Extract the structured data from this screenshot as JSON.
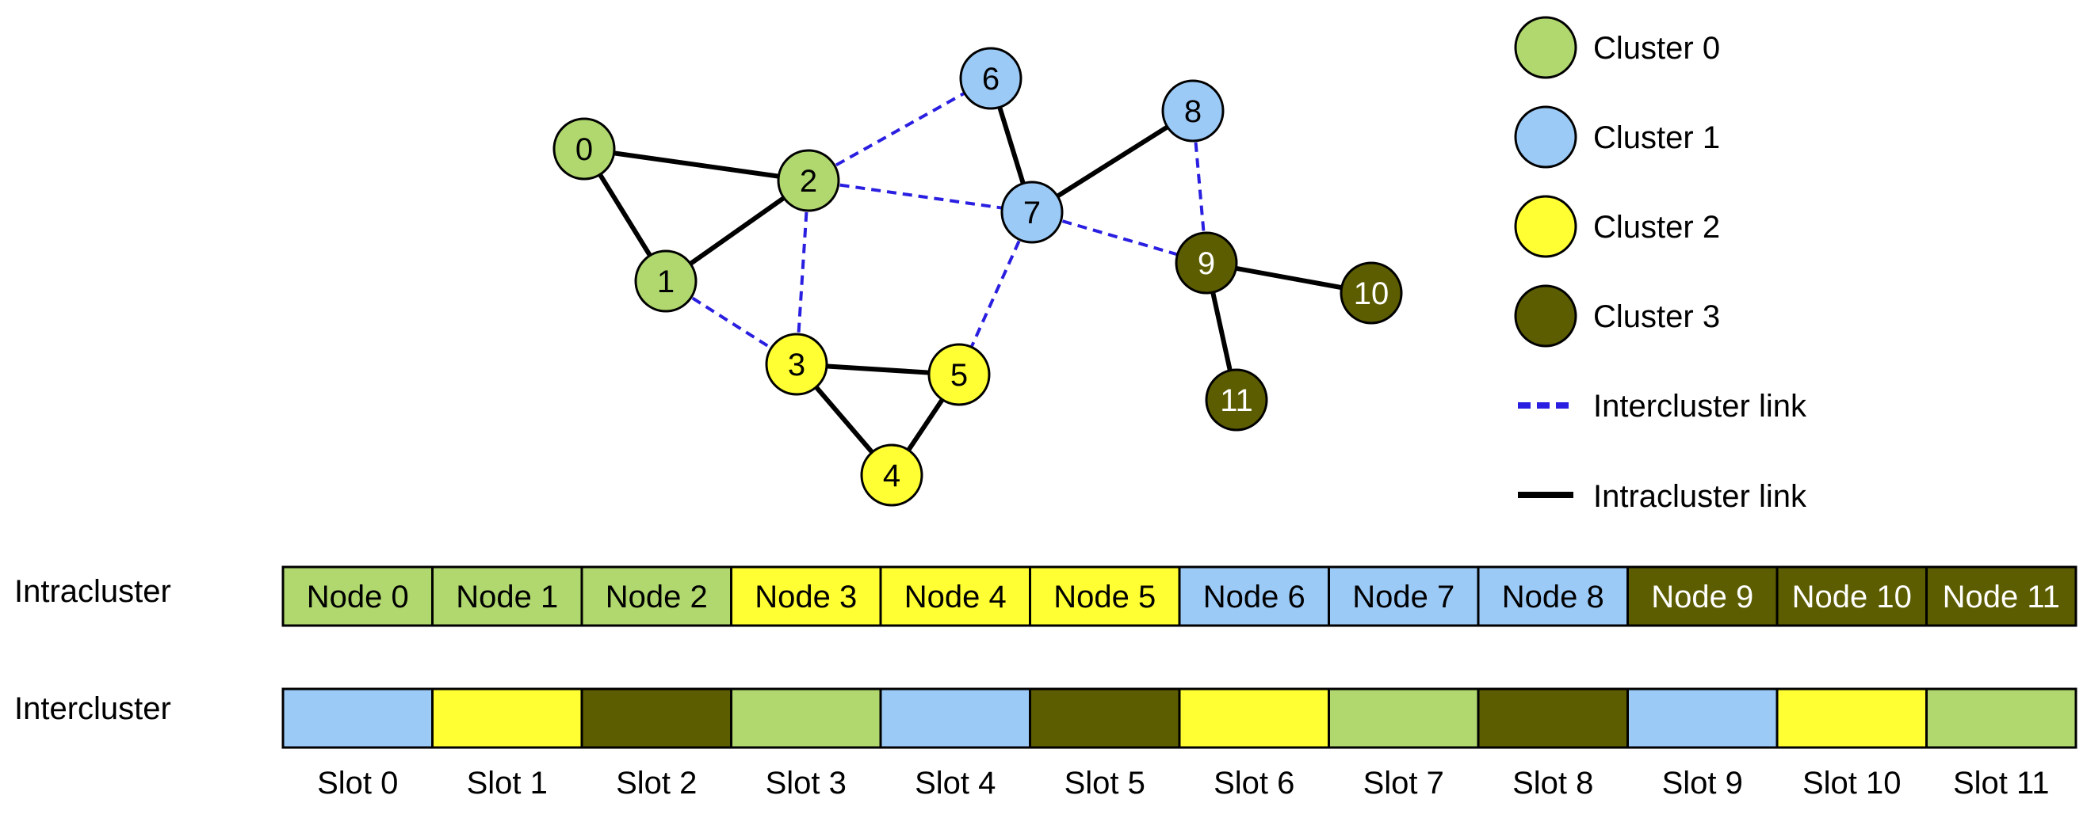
{
  "colors": {
    "cluster0": "#b0d86e",
    "cluster1": "#9ccaf7",
    "cluster2": "#ffff33",
    "cluster3": "#5c5c00",
    "intercluster_link": "#2a1fe0",
    "intracluster_link": "#000000"
  },
  "nodes": [
    {
      "id": "0",
      "cluster": 0
    },
    {
      "id": "1",
      "cluster": 0
    },
    {
      "id": "2",
      "cluster": 0
    },
    {
      "id": "3",
      "cluster": 2
    },
    {
      "id": "4",
      "cluster": 2
    },
    {
      "id": "5",
      "cluster": 2
    },
    {
      "id": "6",
      "cluster": 1
    },
    {
      "id": "7",
      "cluster": 1
    },
    {
      "id": "8",
      "cluster": 1
    },
    {
      "id": "9",
      "cluster": 3
    },
    {
      "id": "10",
      "cluster": 3
    },
    {
      "id": "11",
      "cluster": 3
    }
  ],
  "edges": [
    {
      "from": "0",
      "to": "2",
      "type": "intra"
    },
    {
      "from": "0",
      "to": "1",
      "type": "intra"
    },
    {
      "from": "1",
      "to": "2",
      "type": "intra"
    },
    {
      "from": "3",
      "to": "5",
      "type": "intra"
    },
    {
      "from": "3",
      "to": "4",
      "type": "intra"
    },
    {
      "from": "4",
      "to": "5",
      "type": "intra"
    },
    {
      "from": "6",
      "to": "7",
      "type": "intra"
    },
    {
      "from": "7",
      "to": "8",
      "type": "intra"
    },
    {
      "from": "9",
      "to": "10",
      "type": "intra"
    },
    {
      "from": "9",
      "to": "11",
      "type": "intra"
    },
    {
      "from": "2",
      "to": "6",
      "type": "inter"
    },
    {
      "from": "2",
      "to": "7",
      "type": "inter"
    },
    {
      "from": "2",
      "to": "3",
      "type": "inter"
    },
    {
      "from": "1",
      "to": "3",
      "type": "inter"
    },
    {
      "from": "7",
      "to": "5",
      "type": "inter"
    },
    {
      "from": "7",
      "to": "9",
      "type": "inter"
    },
    {
      "from": "8",
      "to": "9",
      "type": "inter"
    }
  ],
  "legend": {
    "clusters": [
      "Cluster 0",
      "Cluster 1",
      "Cluster 2",
      "Cluster 3"
    ],
    "intercluster_link": "Intercluster link",
    "intracluster_link": "Intracluster link"
  },
  "intracluster_row": {
    "label": "Intracluster",
    "cells": [
      {
        "text": "Node 0",
        "cluster": 0
      },
      {
        "text": "Node 1",
        "cluster": 0
      },
      {
        "text": "Node 2",
        "cluster": 0
      },
      {
        "text": "Node 3",
        "cluster": 2
      },
      {
        "text": "Node 4",
        "cluster": 2
      },
      {
        "text": "Node 5",
        "cluster": 2
      },
      {
        "text": "Node 6",
        "cluster": 1
      },
      {
        "text": "Node 7",
        "cluster": 1
      },
      {
        "text": "Node 8",
        "cluster": 1
      },
      {
        "text": "Node 9",
        "cluster": 3
      },
      {
        "text": "Node 10",
        "cluster": 3
      },
      {
        "text": "Node 11",
        "cluster": 3
      }
    ]
  },
  "intercluster_row": {
    "label": "Intercluster",
    "cells": [
      1,
      2,
      3,
      0,
      1,
      3,
      2,
      0,
      3,
      1,
      2,
      0
    ],
    "slot_labels": [
      "Slot 0",
      "Slot 1",
      "Slot 2",
      "Slot 3",
      "Slot 4",
      "Slot 5",
      "Slot 6",
      "Slot 7",
      "Slot 8",
      "Slot 9",
      "Slot 10",
      "Slot 11"
    ]
  }
}
